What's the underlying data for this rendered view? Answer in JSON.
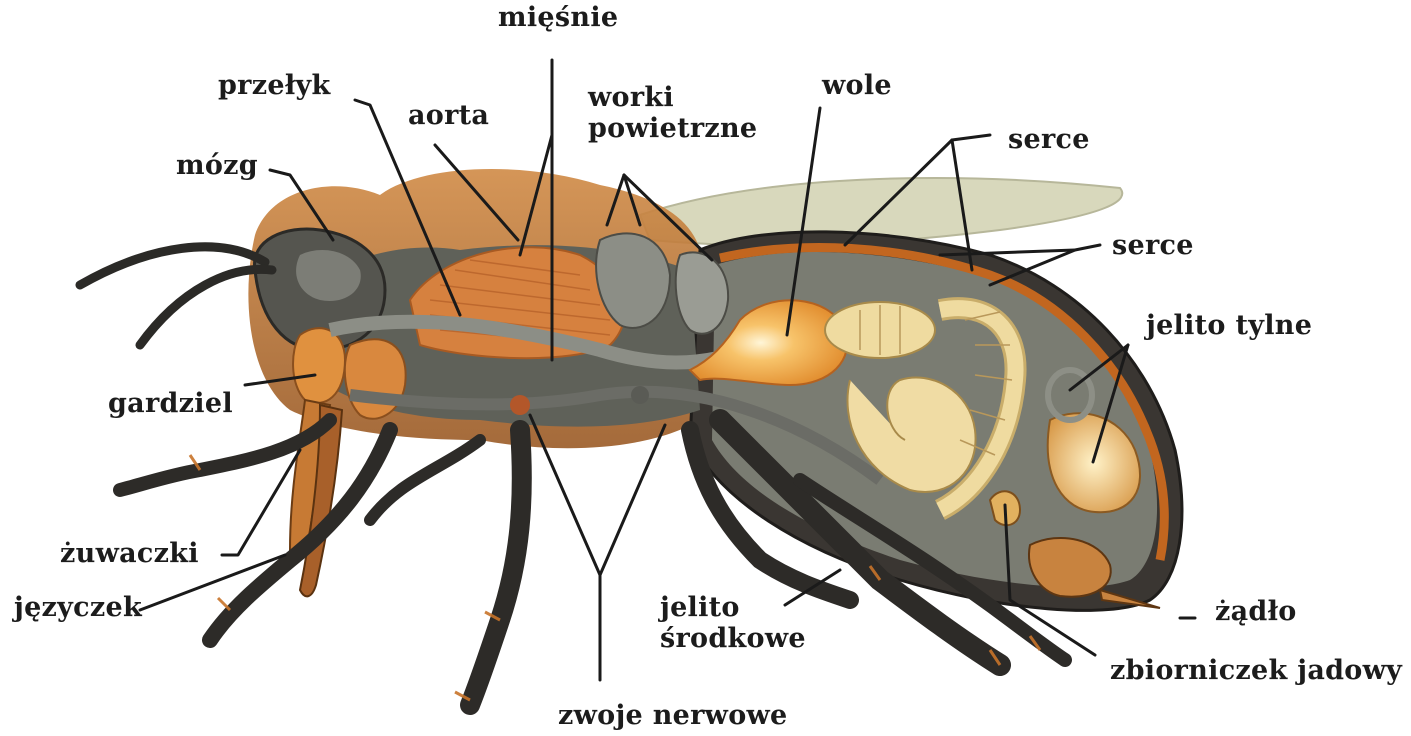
{
  "labels": {
    "miesnie": "mięśnie",
    "przelyk": "przełyk",
    "aorta": "aorta",
    "worki_line1": "worki",
    "worki_line2": "powietrzne",
    "wole": "wole",
    "serce_1": "serce",
    "serce_2": "serce",
    "mozg": "mózg",
    "jelito_tylne": "jelito tylne",
    "gardziel": "gardziel",
    "zuwaczki": "żuwaczki",
    "jezyczek": "języczek",
    "jelito_srodkowe_line1": "jelito",
    "jelito_srodkowe_line2": "środkowe",
    "zadlo": "żądło",
    "zbiorniczek": "zbiorniczek jadowy",
    "zwoje": "zwoje nerwowe"
  },
  "colors": {
    "hair_orange": "#c8742a",
    "body_dark": "#2d2b28",
    "body_gray": "#6e7068",
    "muscle": "#d9894a",
    "crop_yellow": "#f4a83c",
    "intestine": "#e8d49a",
    "wing": "#d6d6b8"
  }
}
